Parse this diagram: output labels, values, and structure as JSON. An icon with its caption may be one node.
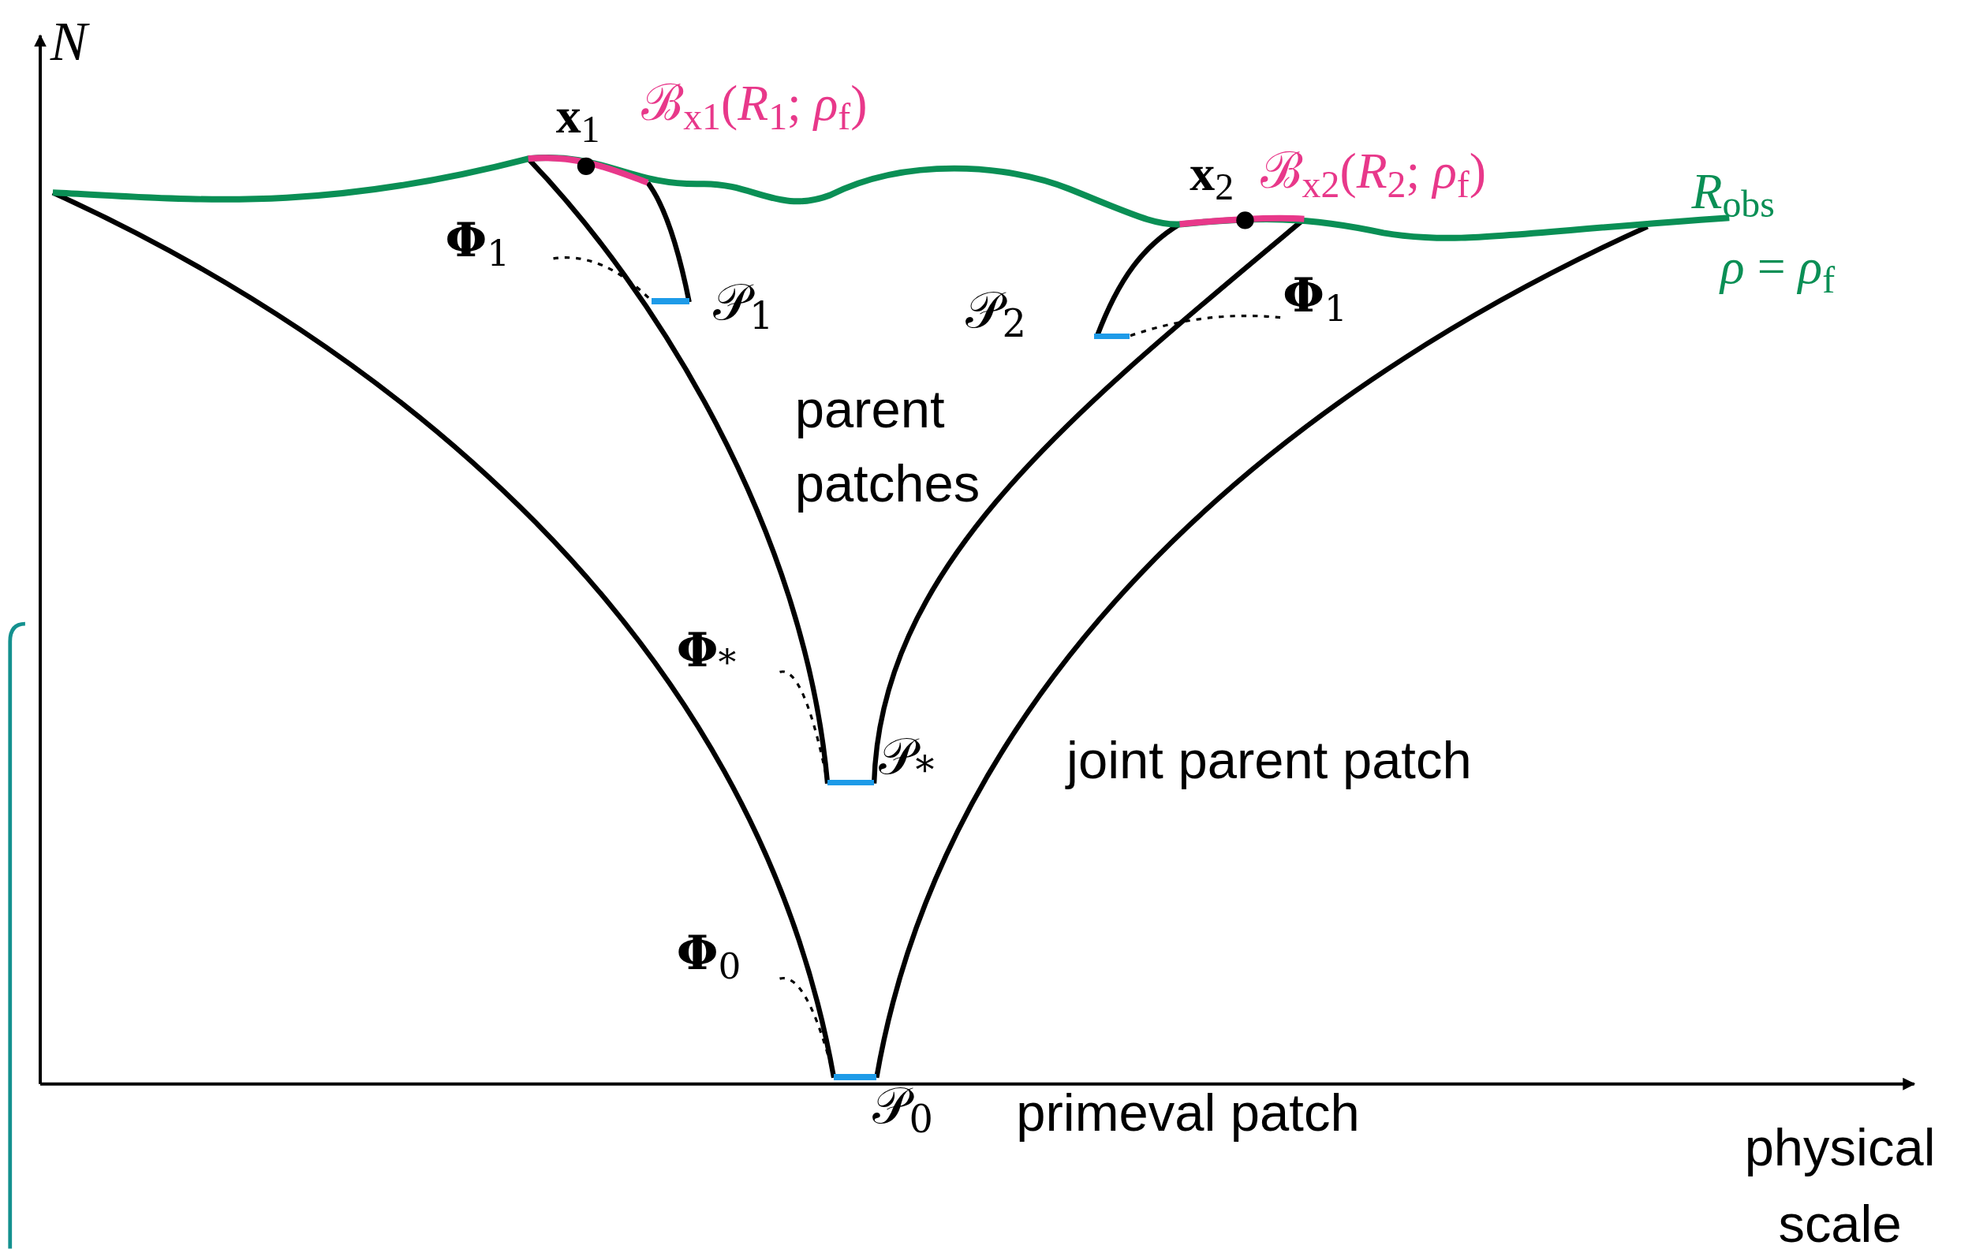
{
  "diagram": {
    "nodes": [
      {
        "text": [
          "**Φ**$_{1}$"
        ]
      },
      {
        "text": [
          "𝒫$_{1}$"
        ]
      },
      {
        "text": [
          "𝒫$_{2}$"
        ]
      },
      {
        "text": [
          "**Φ**$_{1}$"
        ]
      },
      {
        "text": [
          "**Φ**$_{*}$"
        ]
      },
      {
        "text": [
          "𝒫$_{*}$"
        ],
        "beside": [
          "joint parent patch"
        ]
      },
      {
        "text": [
          "**Φ**$_{0}$"
        ]
      },
      {
        "text": [
          "𝒫$_{0}$"
        ],
        "beside": [
          "primeval patch"
        ]
      }
    ],
    "edges": [
      {
        "from": 0,
        "to": 1,
        "arrow": "none",
        "style": "dashed"
      },
      {
        "from": 3,
        "to": 2,
        "arrow": "none",
        "style": "dashed"
      },
      {
        "from": 4,
        "to": 5,
        "arrow": "none",
        "style": "dashed"
      },
      {
        "from": 6,
        "to": 7,
        "arrow": "none",
        "style": "dashed"
      }
    ],
    "labels": [
      "N",
      "**x**$_{1}$",
      "ℬ$_{x1}$(*R*$_{1}$; *ρ*$_{f}$)",
      "**x**$_{2}$",
      "ℬ$_{x2}$(*R*$_{2}$; *ρ*$_{f}$)",
      "*R*$_{obs}$",
      "*ρ* = *ρ*$_{f}$",
      "parent patches",
      "physical scale"
    ]
  }
}
